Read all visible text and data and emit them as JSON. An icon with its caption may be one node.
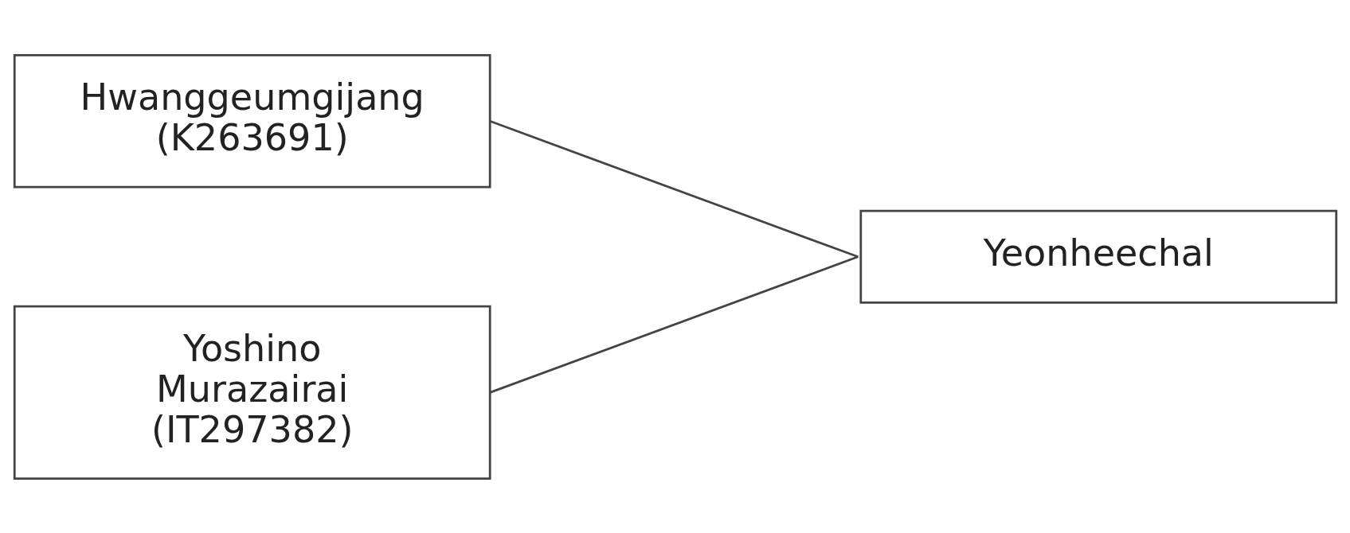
{
  "diagram": {
    "nodes": [
      {
        "text": [
          "Hwanggeumgijang (K263691)"
        ]
      },
      {
        "text": [
          "Yoshino Murazairai (IT297382)"
        ]
      },
      {
        "text": [
          "Yeonheechal"
        ]
      }
    ],
    "edges": [
      {
        "from": 0,
        "to": 2,
        "arrow": "none"
      },
      {
        "from": 1,
        "to": 2,
        "arrow": "none"
      }
    ]
  }
}
